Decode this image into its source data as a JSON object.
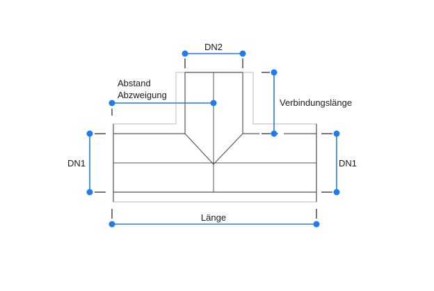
{
  "labels": {
    "dn2": "DN2",
    "abstand_line1": "Abstand",
    "abstand_line2": "Abzweigung",
    "verbindungslaenge": "Verbindungslänge",
    "dn1_left": "DN1",
    "dn1_right": "DN1",
    "laenge": "Länge"
  },
  "colors": {
    "dimension": "#1e7cf0",
    "body": "#555555",
    "outline": "#c8c8c8"
  }
}
